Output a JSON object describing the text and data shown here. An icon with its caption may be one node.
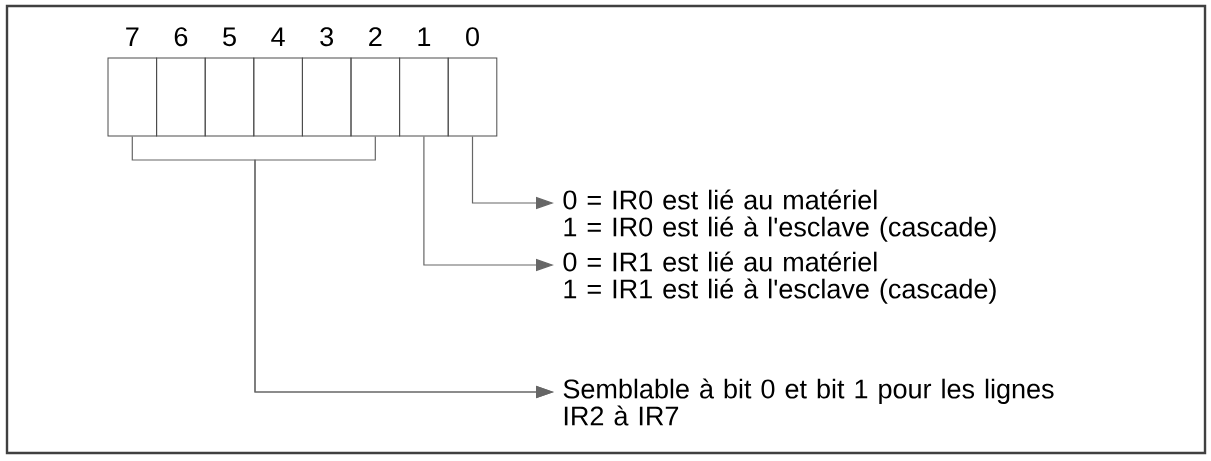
{
  "diagram": {
    "nodes": [
      {
        "text": [],
        "shape": "box",
        "beside": [
          "7"
        ]
      },
      {
        "text": [],
        "shape": "box",
        "beside": [
          "6"
        ]
      },
      {
        "text": [],
        "shape": "box",
        "beside": [
          "5"
        ]
      },
      {
        "text": [],
        "shape": "box",
        "beside": [
          "4"
        ]
      },
      {
        "text": [],
        "shape": "box",
        "beside": [
          "3"
        ]
      },
      {
        "text": [],
        "shape": "box",
        "beside": [
          "2"
        ]
      },
      {
        "text": [],
        "shape": "box",
        "beside": [
          "1"
        ]
      },
      {
        "text": [],
        "shape": "box",
        "beside": [
          "0"
        ]
      },
      {
        "text": [
          "0 = IR0 est lié au matériel",
          "1 = IR0 est lié à l'esclave (cascade)"
        ]
      },
      {
        "text": [
          "0 = IR1 est lié au matériel",
          "1 = IR1 est lié à l'esclave (cascade)"
        ]
      },
      {
        "text": [
          "Semblable à bit 0 et bit 1 pour les lignes IR2 à IR7"
        ]
      }
    ],
    "edges": [
      {
        "from": 7,
        "to": 8,
        "arrow": "to"
      },
      {
        "from": 6,
        "to": 9,
        "arrow": "to"
      },
      {
        "from": 0,
        "to": 10,
        "arrow": "to"
      },
      {
        "from": 5,
        "to": 10,
        "arrow": "to"
      }
    ]
  }
}
